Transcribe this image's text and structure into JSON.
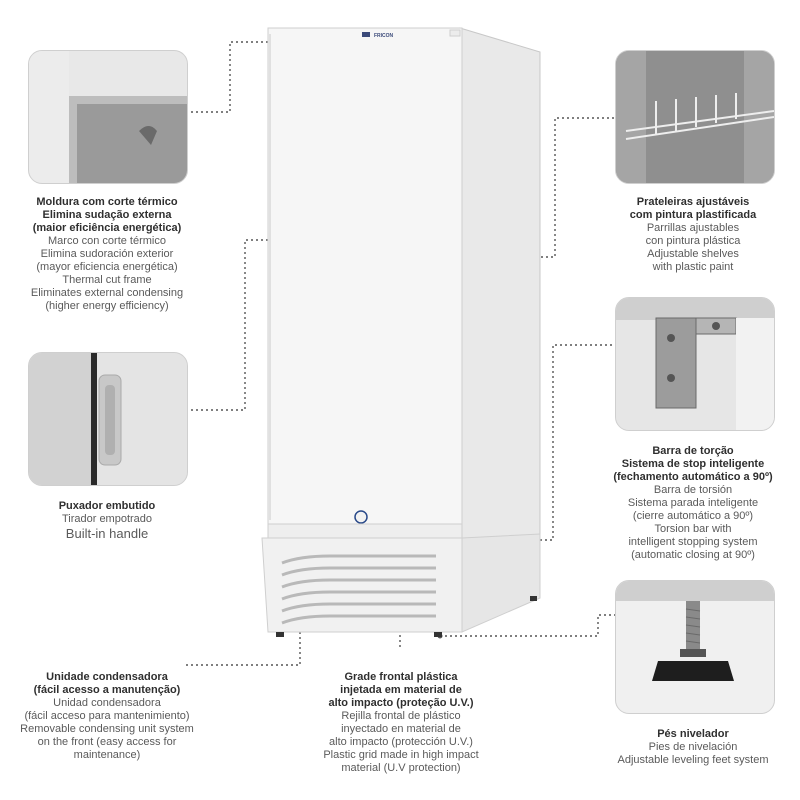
{
  "brand": "FRICON",
  "features": {
    "frame": {
      "title": [
        "Moldura com corte térmico",
        "Elimina sudação externa",
        "(maior eficiência energética)"
      ],
      "lines": [
        "Marco con corte térmico",
        "Elimina sudoración exterior",
        "(mayor eficiencia energética)",
        "Thermal cut frame",
        "Eliminates external condensing",
        "(higher energy efficiency)"
      ]
    },
    "handle": {
      "title": [
        "Puxador embutido"
      ],
      "lines": [
        "Tirador empotrado"
      ],
      "big": [
        "Built-in handle"
      ]
    },
    "condenser": {
      "title": [
        "Unidade condensadora",
        "(fácil acesso a manutenção)"
      ],
      "lines": [
        "Unidad condensadora",
        "(fácil acceso para mantenimiento)",
        "Removable condensing unit system",
        "on the front (easy access for",
        "maintenance)"
      ]
    },
    "grid": {
      "title": [
        "Grade frontal plástica",
        "injetada em material de",
        "alto impacto (proteção U.V.)"
      ],
      "lines": [
        "Rejilla frontal de plástico",
        "inyectado en material de",
        "alto impacto (protección U.V.)",
        "Plastic grid made in high impact",
        "material (U.V protection)"
      ]
    },
    "shelves": {
      "title": [
        "Prateleiras ajustáveis",
        "com pintura plastificada"
      ],
      "lines": [
        "Parrillas ajustables",
        "con pintura plástica",
        "Adjustable shelves",
        "with plastic paint"
      ]
    },
    "torsion": {
      "title": [
        "Barra de torção",
        "Sistema de stop inteligente",
        "(fechamento automático a 90º)"
      ],
      "lines": [
        "Barra de torsión",
        "Sistema parada inteligente",
        "(cierre automático a 90º)",
        "Torsion bar with",
        "intelligent stopping system",
        "(automatic closing at 90º)"
      ]
    },
    "feet": {
      "title": [
        "Pés nivelador"
      ],
      "lines": [
        "Pies de nivelación",
        "Adjustable leveling feet system"
      ]
    }
  }
}
